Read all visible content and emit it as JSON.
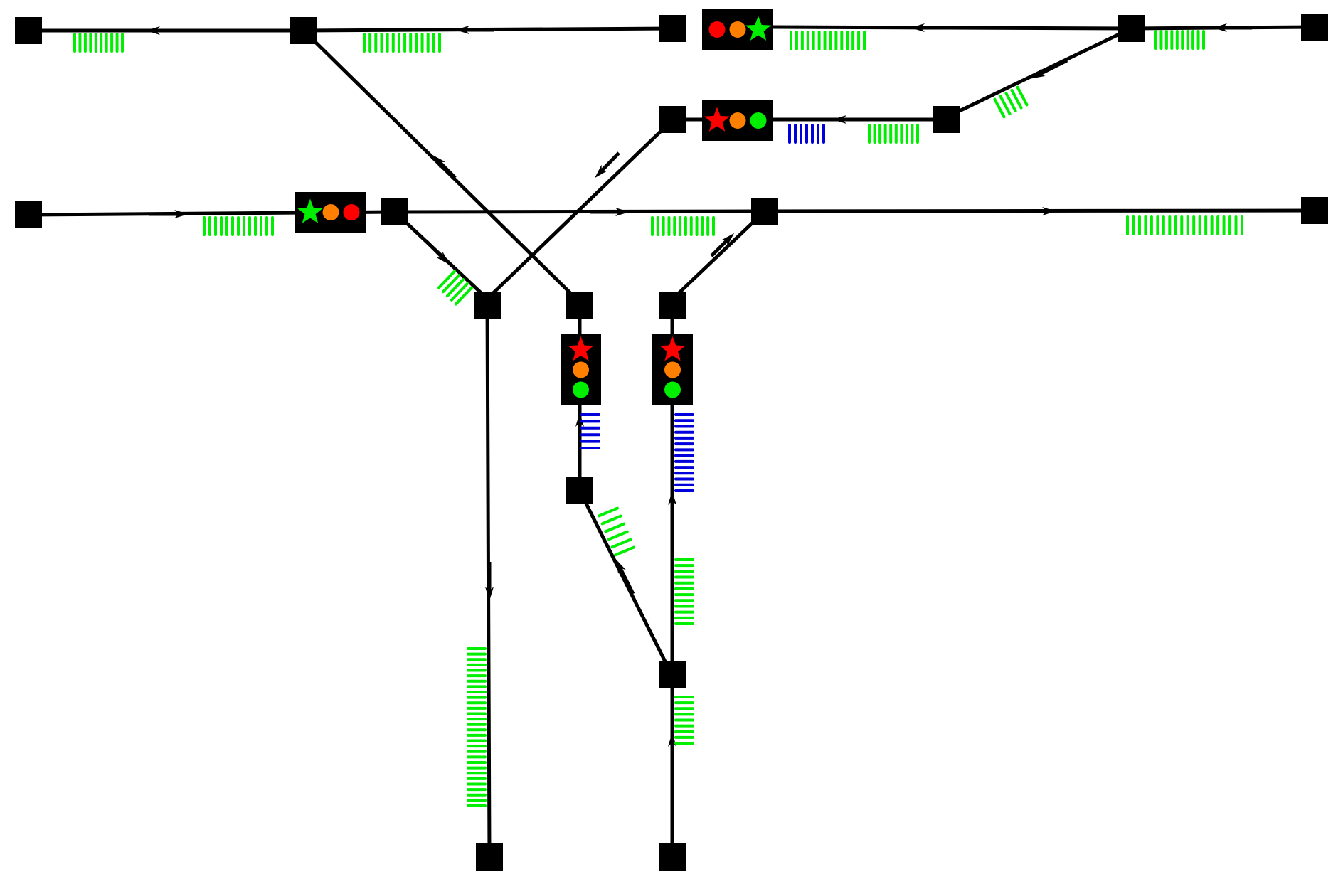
{
  "colors": {
    "track": "#000000",
    "occupied": "#00ee00",
    "reserved": "#0000dd",
    "red": "#ff0000",
    "amber": "#ff8000",
    "green": "#00ee00",
    "signal_body": "#000000",
    "background": "#ffffff"
  },
  "aspect_shapes": {
    "lit": "star",
    "unlit": "circle"
  },
  "signals": [
    {
      "id": "signal-top-main",
      "aspects": [
        "red",
        "amber",
        "green"
      ],
      "lit": "green"
    },
    {
      "id": "signal-top-branch",
      "aspects": [
        "red",
        "amber",
        "green"
      ],
      "lit": "red"
    },
    {
      "id": "signal-mid-main",
      "aspects": [
        "green",
        "amber",
        "red"
      ],
      "lit": "green"
    },
    {
      "id": "signal-vertical-left",
      "aspects": [
        "red",
        "amber",
        "green"
      ],
      "lit": "red"
    },
    {
      "id": "signal-vertical-right",
      "aspects": [
        "red",
        "amber",
        "green"
      ],
      "lit": "red"
    }
  ],
  "block_states": [
    "occupied",
    "reserved",
    "free"
  ]
}
